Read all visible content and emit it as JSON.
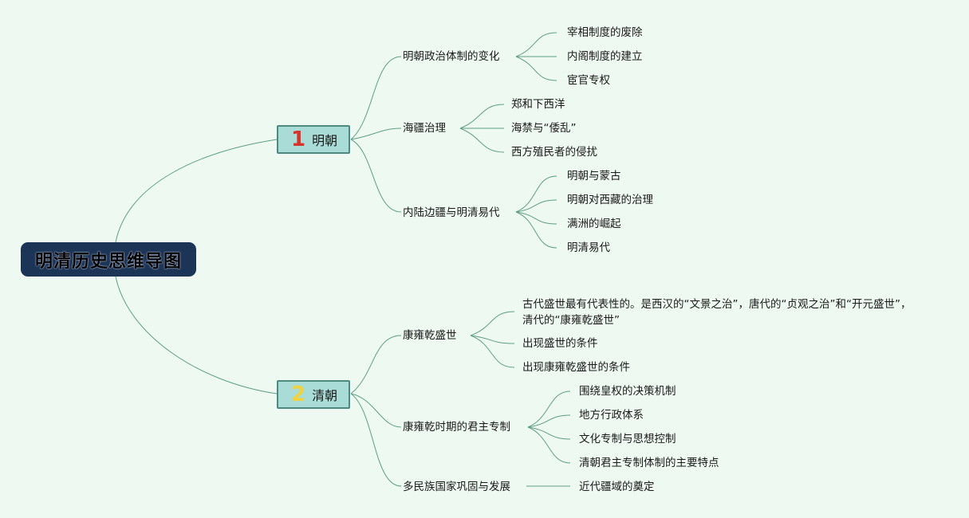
{
  "root": {
    "title": "明清历史思维导图"
  },
  "branches": [
    {
      "num": "1",
      "label": "明朝",
      "num_color": "#d8332a",
      "subs": [
        {
          "label": "明朝政治体制的变化",
          "leaves": [
            "宰相制度的废除",
            "内阁制度的建立",
            "宦官专权"
          ]
        },
        {
          "label": "海疆治理",
          "leaves": [
            "郑和下西洋",
            "海禁与“倭乱”",
            "西方殖民者的侵扰"
          ]
        },
        {
          "label": "内陆边疆与明清易代",
          "leaves": [
            "明朝与蒙古",
            "明朝对西藏的治理",
            "满洲的崛起",
            "明清易代"
          ]
        }
      ]
    },
    {
      "num": "2",
      "label": "清朝",
      "num_color": "#f2d23a",
      "subs": [
        {
          "label": "康雍乾盛世",
          "leaves": [
            "古代盛世最有代表性的。是西汉的“文景之治”，唐代的“贞观之治”和“开元盛世”，清代的“康雍乾盛世”",
            "出现盛世的条件",
            "出现康雍乾盛世的条件"
          ]
        },
        {
          "label": "康雍乾时期的君主专制",
          "leaves": [
            "围绕皇权的决策机制",
            "地方行政体系",
            "文化专制与思想控制",
            "清朝君主专制体制的主要特点"
          ]
        },
        {
          "label": "多民族国家巩固与发展",
          "leaves": [
            "近代疆域的奠定"
          ]
        }
      ]
    }
  ],
  "colors": {
    "background": "#eef9f1",
    "root_bg": "#1c3456",
    "branch_bg": "#a9dcd6",
    "branch_border": "#4c8a80",
    "connector": "#5e9e86"
  }
}
